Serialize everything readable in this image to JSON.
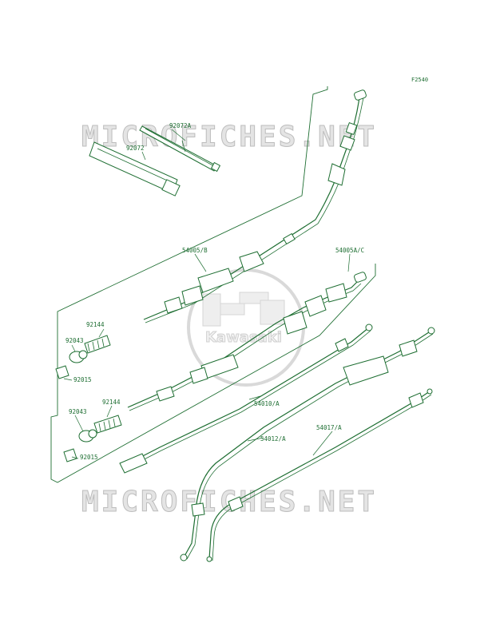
{
  "reference_code": "F2540",
  "watermark": {
    "top": "MICROFICHES.NET",
    "bottom": "MICROFICHES.NET",
    "logo": "Kawasaki"
  },
  "part_labels": {
    "p92072A": "92072A",
    "p92072": "92072",
    "p54005B": "54005/B",
    "p54005AC": "54005A/C",
    "p92144_top": "92144",
    "p92043_top": "92043",
    "p92015_top": "92015",
    "p92144_bot": "92144",
    "p92043_bot": "92043",
    "p92015_bot": "92015",
    "p54010A": "54010/A",
    "p54012A": "54012/A",
    "p54017A": "54017/A"
  },
  "colors": {
    "line": "#1e6e32",
    "background": "#ffffff",
    "watermark": "#c8c8c8"
  }
}
